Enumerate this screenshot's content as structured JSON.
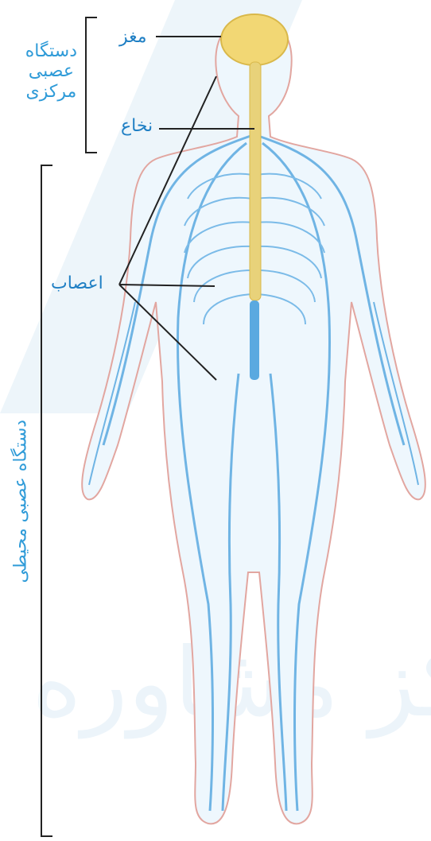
{
  "labels": {
    "central_nervous_system": [
      "دستگاه",
      "عصبی",
      "مرکزی"
    ],
    "brain": "مغز",
    "spinal_cord": "نخاع",
    "nerves": "اعصاب",
    "peripheral_nervous_system": "دستگاه عصبی محیطی"
  },
  "watermark": "مرکز مشاوره",
  "colors": {
    "label_text": "#2f9bd8",
    "nerves": "#5aa9e0",
    "spinal_cord": "#e8d27a",
    "brain": "#f2d774",
    "body_outline": "#e2a6a0",
    "bracket_lines": "#222222"
  }
}
